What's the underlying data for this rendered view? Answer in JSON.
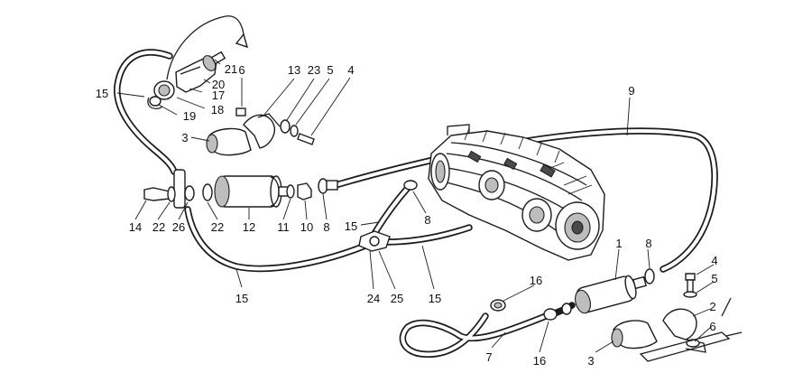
{
  "callouts": [
    {
      "id": "c1",
      "text": "1"
    },
    {
      "id": "c2",
      "text": "2"
    },
    {
      "id": "c3a",
      "text": "3"
    },
    {
      "id": "c3b",
      "text": "3"
    },
    {
      "id": "c4a",
      "text": "4"
    },
    {
      "id": "c4b",
      "text": "4"
    },
    {
      "id": "c5a",
      "text": "5"
    },
    {
      "id": "c5b",
      "text": "5"
    },
    {
      "id": "c6a",
      "text": "6"
    },
    {
      "id": "c6b",
      "text": "6"
    },
    {
      "id": "c7",
      "text": "7"
    },
    {
      "id": "c8a",
      "text": "8"
    },
    {
      "id": "c8b",
      "text": "8"
    },
    {
      "id": "c8c",
      "text": "8"
    },
    {
      "id": "c9",
      "text": "9"
    },
    {
      "id": "c10",
      "text": "10"
    },
    {
      "id": "c11",
      "text": "11"
    },
    {
      "id": "c12",
      "text": "12"
    },
    {
      "id": "c13",
      "text": "13"
    },
    {
      "id": "c14",
      "text": "14"
    },
    {
      "id": "c15a",
      "text": "15"
    },
    {
      "id": "c15b",
      "text": "15"
    },
    {
      "id": "c15c",
      "text": "15"
    },
    {
      "id": "c15d",
      "text": "15"
    },
    {
      "id": "c16a",
      "text": "16"
    },
    {
      "id": "c16b",
      "text": "16"
    },
    {
      "id": "c17",
      "text": "17"
    },
    {
      "id": "c18",
      "text": "18"
    },
    {
      "id": "c19",
      "text": "19"
    },
    {
      "id": "c20",
      "text": "20"
    },
    {
      "id": "c21",
      "text": "21"
    },
    {
      "id": "c22a",
      "text": "22"
    },
    {
      "id": "c22b",
      "text": "22"
    },
    {
      "id": "c23",
      "text": "23"
    },
    {
      "id": "c24",
      "text": "24"
    },
    {
      "id": "c25",
      "text": "25"
    },
    {
      "id": "c26",
      "text": "26"
    }
  ]
}
